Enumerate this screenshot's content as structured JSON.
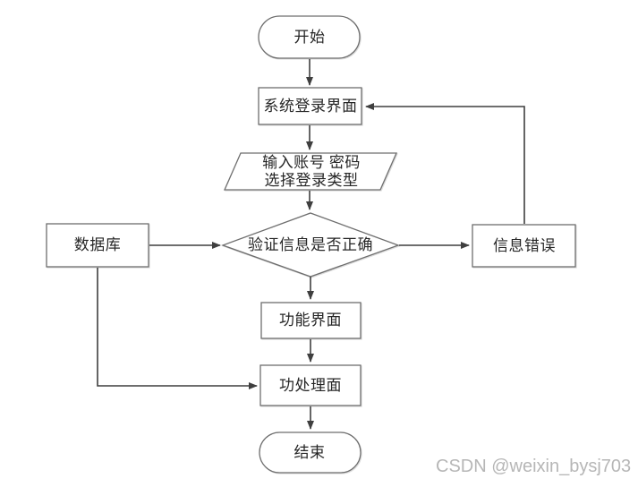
{
  "flowchart": {
    "nodes": {
      "start": {
        "label": "开始",
        "shape": "terminator"
      },
      "login": {
        "label": "系统登录界面",
        "shape": "process"
      },
      "input": {
        "line1": "输入账号 密码",
        "line2": "选择登录类型",
        "shape": "input-output"
      },
      "verify": {
        "label": "验证信息是否正确",
        "shape": "decision"
      },
      "database": {
        "label": "数据库",
        "shape": "process"
      },
      "error": {
        "label": "信息错误",
        "shape": "process"
      },
      "function_ui": {
        "label": "功能界面",
        "shape": "process"
      },
      "processing": {
        "label": "功处理面",
        "shape": "process"
      },
      "end": {
        "label": "结束",
        "shape": "terminator"
      }
    },
    "edges": [
      {
        "from": "start",
        "to": "login"
      },
      {
        "from": "login",
        "to": "input"
      },
      {
        "from": "input",
        "to": "verify"
      },
      {
        "from": "verify",
        "to": "function_ui"
      },
      {
        "from": "verify",
        "to": "error"
      },
      {
        "from": "error",
        "to": "login"
      },
      {
        "from": "database",
        "to": "verify"
      },
      {
        "from": "database",
        "to": "processing"
      },
      {
        "from": "function_ui",
        "to": "processing"
      },
      {
        "from": "processing",
        "to": "end"
      }
    ],
    "colors": {
      "background": "#ffffff",
      "shape_fill": "#ffffff",
      "shape_stroke": "#6e6e6e",
      "arrow": "#3f3f3f",
      "text": "#262626",
      "watermark": "#b6b6b6"
    }
  },
  "watermark": {
    "text": "CSDN @weixin_bysj703"
  }
}
